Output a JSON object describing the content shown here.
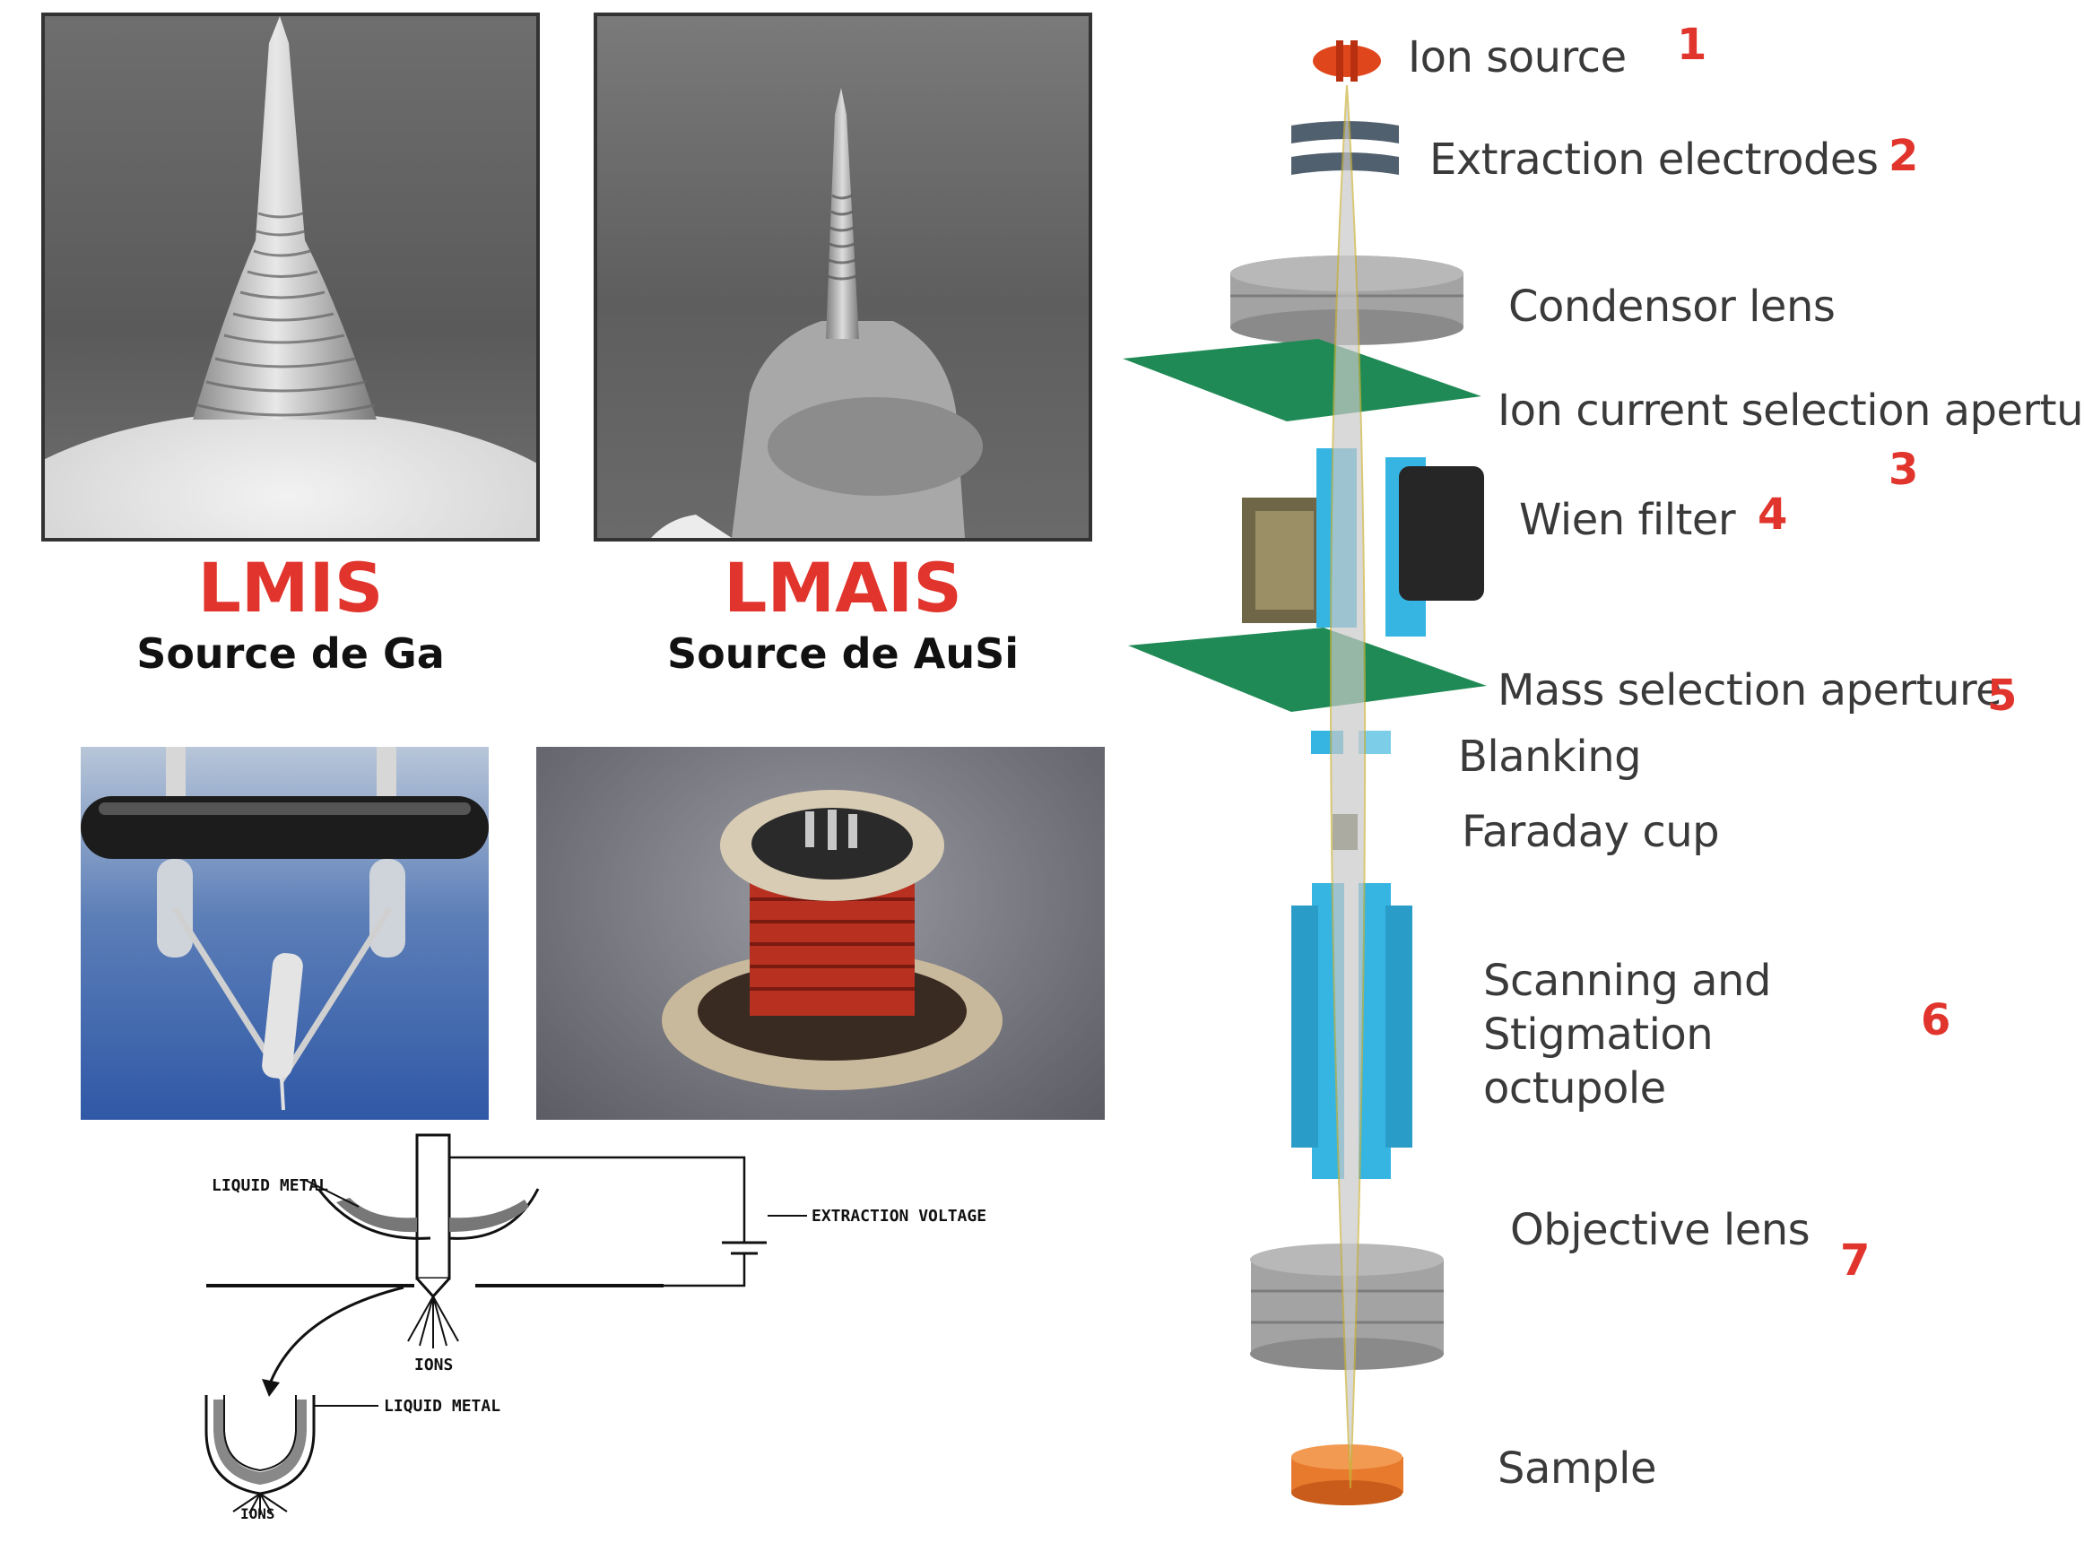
{
  "sources": [
    {
      "name": "LMIS",
      "subtitle": "Source de Ga"
    },
    {
      "name": "LMAIS",
      "subtitle": "Source de AuSi"
    }
  ],
  "schematic": {
    "liquid_metal_top": "LIQUID METAL",
    "extraction_voltage": "EXTRACTION VOLTAGE",
    "ions_top": "IONS",
    "liquid_metal_bottom": "LIQUID METAL",
    "ions_bottom": "IONS"
  },
  "column": {
    "components": [
      {
        "label": "Ion source",
        "number": "1"
      },
      {
        "label": "Extraction electrodes",
        "number": "2"
      },
      {
        "label": "Condensor lens",
        "number": ""
      },
      {
        "label": "Ion current selection aperture",
        "number": "3"
      },
      {
        "label": "Wien filter",
        "number": "4"
      },
      {
        "label": "Mass selection aperture",
        "number": "5"
      },
      {
        "label": "Blanking",
        "number": ""
      },
      {
        "label": "Faraday cup",
        "number": ""
      },
      {
        "label": "Scanning and Stigmation octupole",
        "number": "6"
      },
      {
        "label": "Objective lens",
        "number": "7"
      },
      {
        "label": "Sample",
        "number": ""
      }
    ]
  },
  "colors": {
    "accent_red": "#e0342c",
    "aperture_green": "#1f8a55",
    "octupole_blue": "#36b5e3",
    "lens_gray": "#9a9a9a",
    "source_orange": "#e0461c"
  }
}
